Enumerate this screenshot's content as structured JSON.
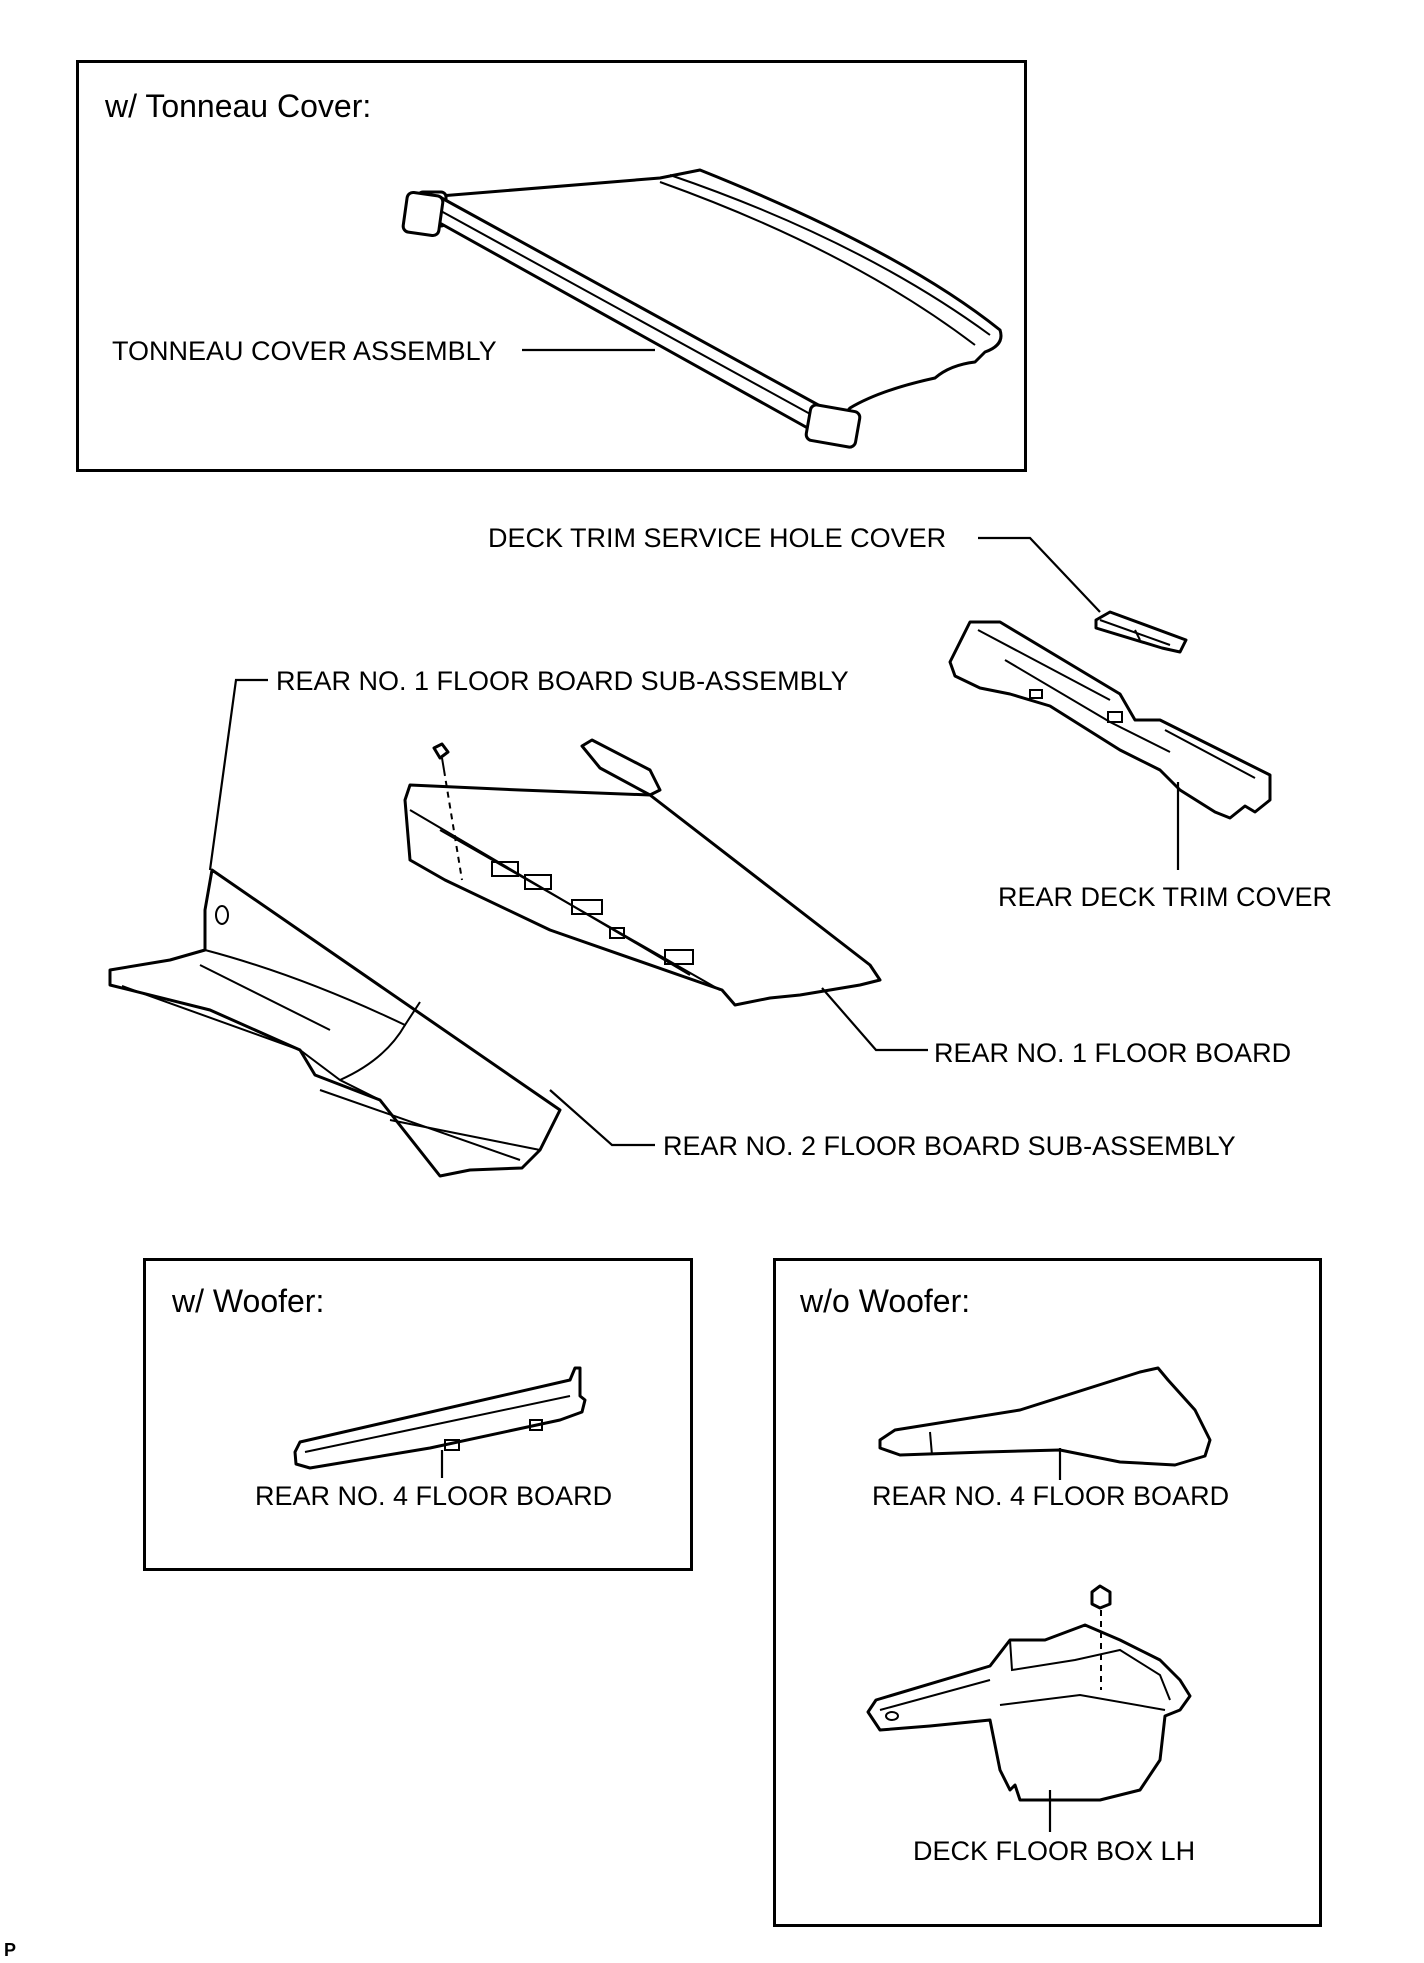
{
  "panels": {
    "tonneau": {
      "title": "w/ Tonneau Cover:"
    },
    "woofer": {
      "title": "w/ Woofer:"
    },
    "no_woofer": {
      "title": "w/o Woofer:"
    }
  },
  "labels": {
    "tonneau_cover_assembly": "TONNEAU COVER ASSEMBLY",
    "deck_trim_service_hole_cover": "DECK TRIM SERVICE HOLE COVER",
    "rear_no1_floor_board_sub_assembly": "REAR NO. 1 FLOOR BOARD SUB-ASSEMBLY",
    "rear_deck_trim_cover": "REAR DECK TRIM COVER",
    "rear_no1_floor_board": "REAR NO. 1 FLOOR BOARD",
    "rear_no2_floor_board_sub_assembly": "REAR NO. 2 FLOOR BOARD SUB-ASSEMBLY",
    "rear_no4_floor_board_woofer": "REAR NO. 4 FLOOR BOARD",
    "rear_no4_floor_board_no_woofer": "REAR NO. 4 FLOOR BOARD",
    "deck_floor_box_lh": "DECK FLOOR BOX LH"
  },
  "corner_mark": "P"
}
